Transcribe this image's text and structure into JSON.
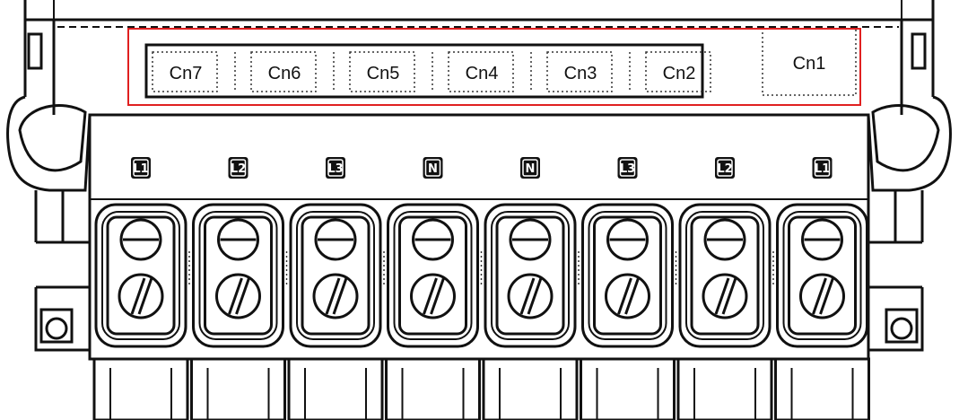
{
  "connector": {
    "channels": [
      "Cn7",
      "Cn6",
      "Cn5",
      "Cn4",
      "Cn3",
      "Cn2"
    ],
    "channel_main": "Cn1",
    "terminals": [
      "L1",
      "L2",
      "L3",
      "N",
      "N",
      "L3",
      "L2",
      "L1"
    ],
    "highlight_color": "#e02020"
  }
}
